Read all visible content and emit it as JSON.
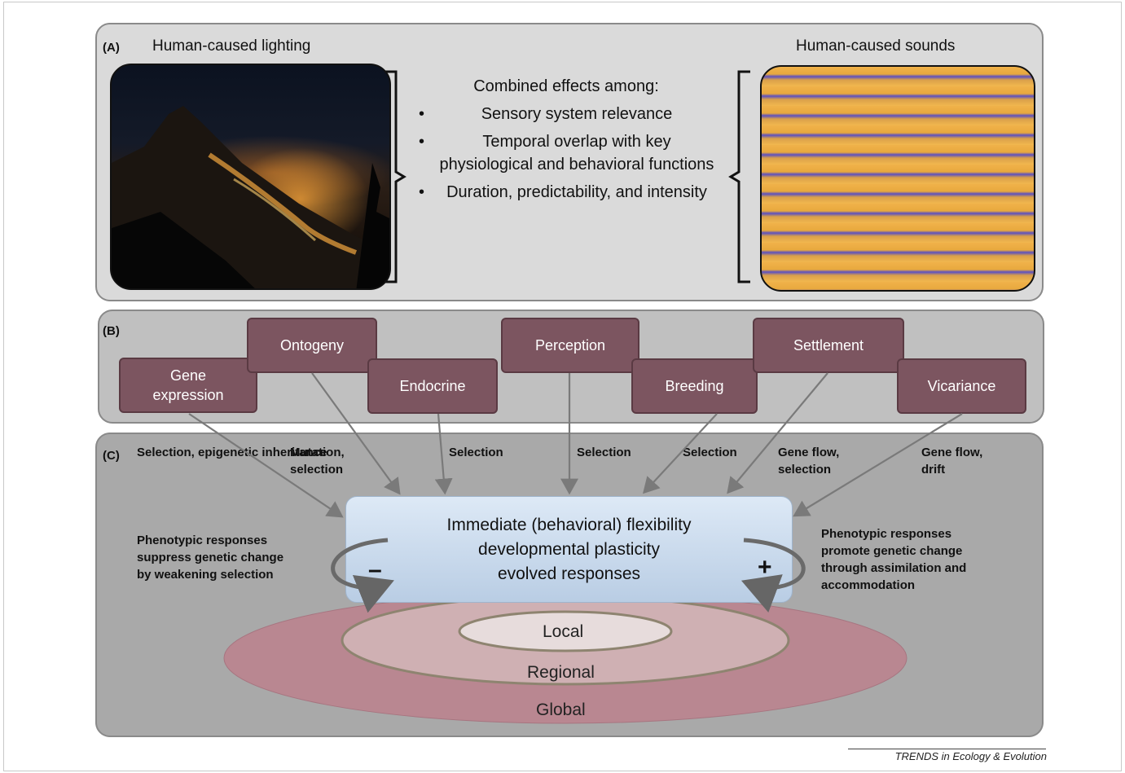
{
  "panelA": {
    "label": "(A)",
    "left_title": "Human-caused lighting",
    "right_title": "Human-caused sounds",
    "center_heading": "Combined effects among:",
    "bullets": [
      "Sensory system relevance",
      "Temporal overlap with key physiological and behavioral functions",
      "Duration, predictability, and intensity"
    ]
  },
  "panelB": {
    "label": "(B)",
    "boxes": {
      "gene_expression": "Gene expression",
      "ontogeny": "Ontogeny",
      "endocrine": "Endocrine",
      "perception": "Perception",
      "breeding": "Breeding",
      "settlement": "Settlement",
      "vicariance": "Vicariance"
    }
  },
  "panelC": {
    "label": "(C)",
    "arrow_labels": {
      "gene_expression": "Selection, epigenetic inheritance",
      "ontogeny": "Mutation, selection",
      "endocrine": "Selection",
      "perception": "Selection",
      "breeding": "Selection",
      "settlement": "Gene flow, selection",
      "vicariance": "Gene flow, drift"
    },
    "central_box": [
      "Immediate (behavioral) flexibility",
      "developmental plasticity",
      "evolved responses"
    ],
    "left_note": "Phenotypic responses suppress genetic change by weakening selection",
    "right_note": "Phenotypic responses promote genetic change through assimilation and accommodation",
    "minus_sign": "–",
    "plus_sign": "+",
    "scales": {
      "local": "Local",
      "regional": "Regional",
      "global": "Global"
    }
  },
  "credit": "TRENDS in Ecology & Evolution",
  "colors": {
    "box_fill": "#7c5560",
    "ellipse_global": "#b98791",
    "ellipse_regional": "#cfb0b3",
    "ellipse_local": "#e7dcdc"
  }
}
